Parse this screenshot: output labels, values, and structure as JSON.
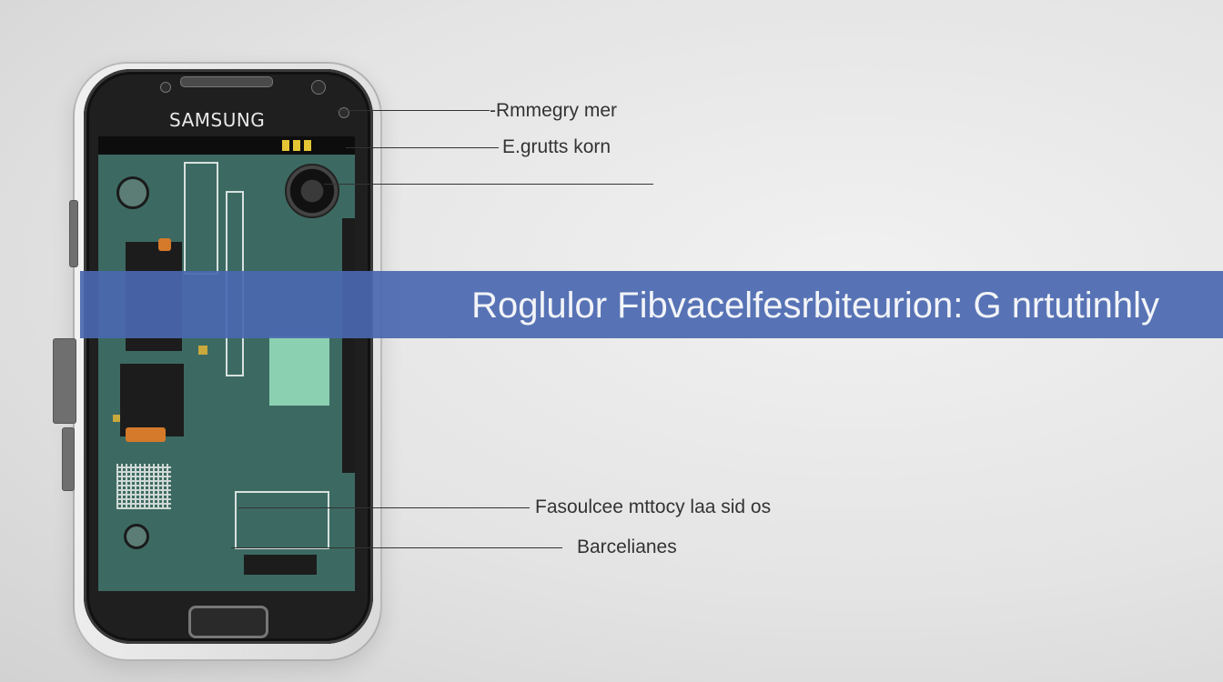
{
  "colors": {
    "banner": "#4a68b0",
    "board": "#3c6a62",
    "phone_body": "#1f1f1f",
    "callout_text": "#333333",
    "banner_text": "#f2f4f8"
  },
  "phone": {
    "brand": "SAMSUNG"
  },
  "callouts": [
    {
      "label": "-Rmmegry mer"
    },
    {
      "label": "E.grutts korn"
    },
    {
      "label": ""
    },
    {
      "label": "Fasoulcee mttocy laa sid os"
    },
    {
      "label": "Barcelianes"
    }
  ],
  "banner": {
    "title": "Roglulor Fibvacelfesrbiteurion: G nrtutinhly"
  }
}
